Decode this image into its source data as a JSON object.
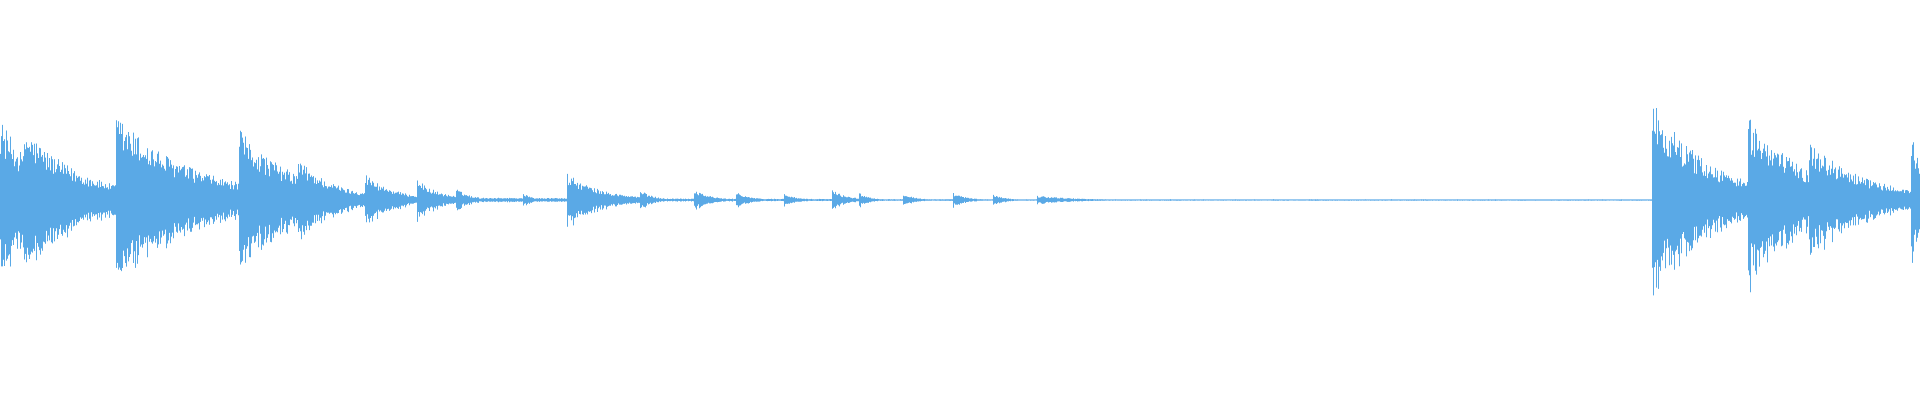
{
  "waveform": {
    "color": "#5aa9e6",
    "background": "#ffffff",
    "onsets": [
      {
        "t": 0.0,
        "amp": 0.55,
        "decay": 0.02
      },
      {
        "t": 0.012,
        "amp": 0.5,
        "decay": 0.03
      },
      {
        "t": 0.06,
        "amp": 0.58,
        "decay": 0.04
      },
      {
        "t": 0.124,
        "amp": 0.48,
        "decay": 0.03
      },
      {
        "t": 0.155,
        "amp": 0.28,
        "decay": 0.02
      },
      {
        "t": 0.19,
        "amp": 0.18,
        "decay": 0.015
      },
      {
        "t": 0.217,
        "amp": 0.14,
        "decay": 0.012
      },
      {
        "t": 0.237,
        "amp": 0.08,
        "decay": 0.008
      },
      {
        "t": 0.272,
        "amp": 0.05,
        "decay": 0.005
      },
      {
        "t": 0.295,
        "amp": 0.18,
        "decay": 0.018
      },
      {
        "t": 0.333,
        "amp": 0.07,
        "decay": 0.007
      },
      {
        "t": 0.361,
        "amp": 0.08,
        "decay": 0.008
      },
      {
        "t": 0.383,
        "amp": 0.06,
        "decay": 0.007
      },
      {
        "t": 0.408,
        "amp": 0.05,
        "decay": 0.006
      },
      {
        "t": 0.433,
        "amp": 0.07,
        "decay": 0.008
      },
      {
        "t": 0.447,
        "amp": 0.05,
        "decay": 0.006
      },
      {
        "t": 0.47,
        "amp": 0.05,
        "decay": 0.006
      },
      {
        "t": 0.496,
        "amp": 0.05,
        "decay": 0.007
      },
      {
        "t": 0.517,
        "amp": 0.04,
        "decay": 0.006
      },
      {
        "t": 0.54,
        "amp": 0.03,
        "decay": 0.02
      },
      {
        "t": 0.86,
        "amp": 0.68,
        "decay": 0.03
      },
      {
        "t": 0.91,
        "amp": 0.58,
        "decay": 0.03
      },
      {
        "t": 0.942,
        "amp": 0.4,
        "decay": 0.03
      },
      {
        "t": 0.995,
        "amp": 0.45,
        "decay": 0.01
      }
    ],
    "tail_dropouts": {
      "start": 0.58,
      "end": 0.855,
      "amp": 0.006
    }
  }
}
